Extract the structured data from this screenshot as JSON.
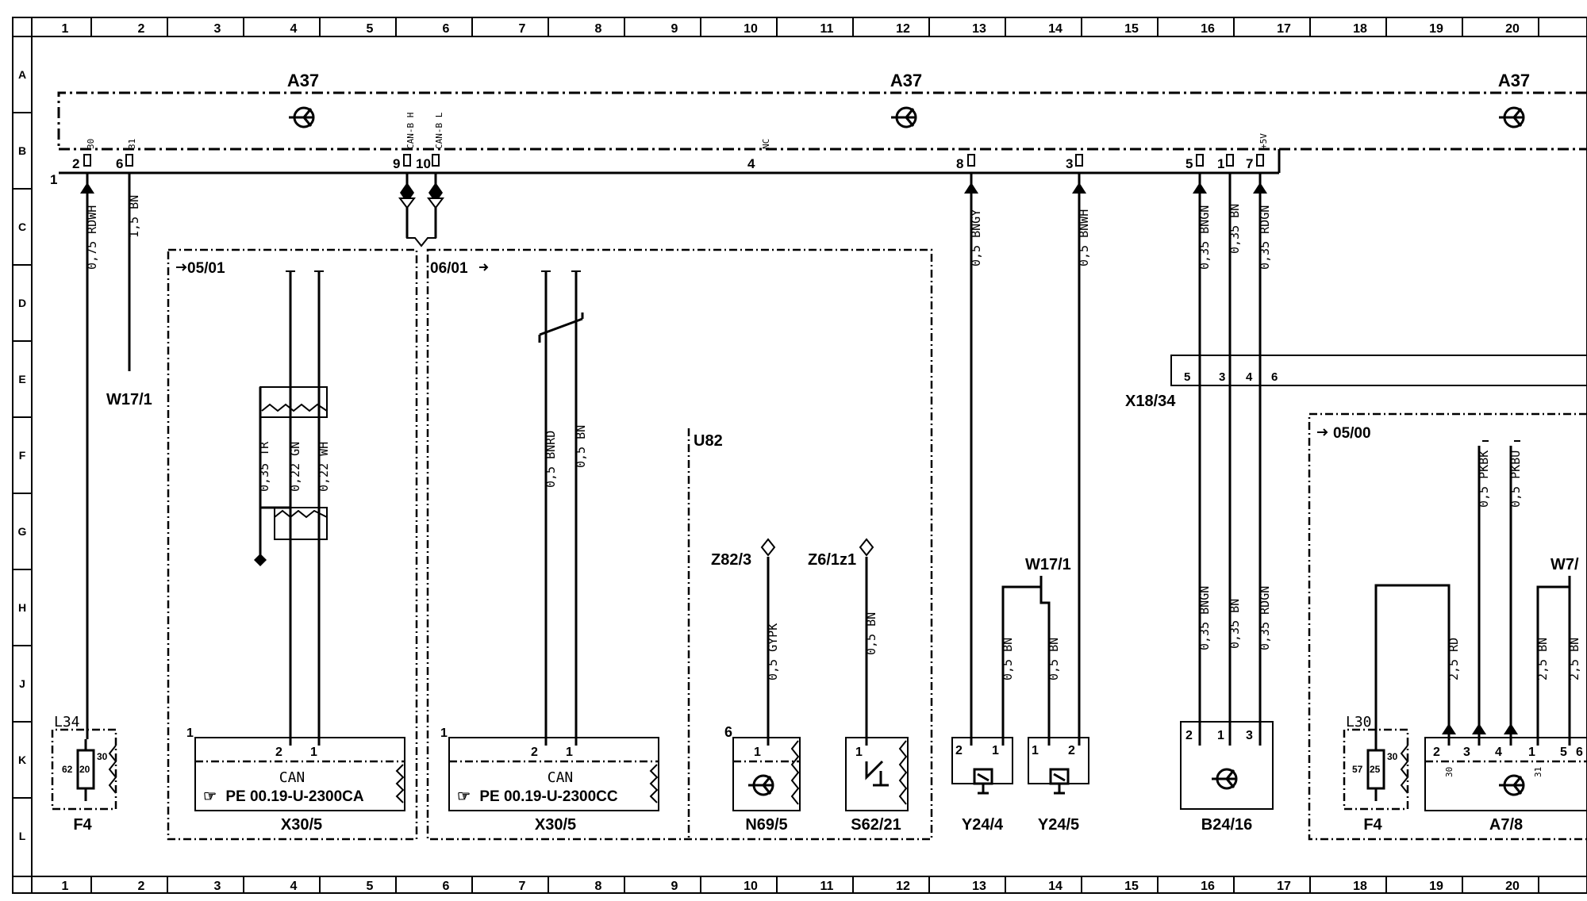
{
  "ruler": {
    "top": [
      "1",
      "2",
      "3",
      "4",
      "5",
      "6",
      "7",
      "8",
      "9",
      "10",
      "11",
      "12",
      "13",
      "14",
      "15",
      "16",
      "17",
      "18",
      "19",
      "20"
    ],
    "side": [
      "A",
      "B",
      "C",
      "D",
      "E",
      "F",
      "G",
      "H",
      "J",
      "K",
      "L"
    ]
  },
  "modules": {
    "a37_1": "A37",
    "a37_2": "A37",
    "a37_3": "A37",
    "bus_pin_label": "1",
    "pins": {
      "p2": "2",
      "p2_func": "30",
      "p6": "6",
      "p6_func": "31",
      "p9": "9",
      "p9_func": "CAN-B H",
      "p10": "10",
      "p10_func": "CAN-B L",
      "p4": "4",
      "p4_func": "NC",
      "p8": "8",
      "p3": "3",
      "p5": "5",
      "p1": "1",
      "p7": "7",
      "p7_func": "+5V"
    }
  },
  "wires": {
    "w_rdwh": "0,75 RDWH",
    "w_bn15": "1,5 BN",
    "w_bngy": "0,5 BNGY",
    "w_bnwh": "0,5 BNWH",
    "w_bngn_top": "0,35 BNGN",
    "w_bn_top": "0,35 BN",
    "w_rdgn_top": "0,35 RDGN",
    "w_tr": "0,35 TR",
    "w_gn": "0,22 GN",
    "w_wh": "0,22 WH",
    "w_bnrd": "0,5 BNRD",
    "w_bn05": "0,5 BN",
    "w_pkbk": "0,5 PKBK",
    "w_pkbu": "0,5 PKBU",
    "w_gypk": "0,5 GYPK",
    "w_bn_z6": "0,5 BN",
    "w_bn_y244": "0,5 BN",
    "w_bn_y245": "0,5 BN",
    "w_bngn_bot": "0,35 BNGN",
    "w_bn_bot": "0,35 BN",
    "w_rdgn_bot": "0,35 RDGN",
    "w_rd25": "2,5 RD",
    "w_bn25a": "2,5 BN",
    "w_bn25b": "2,5 BN"
  },
  "components": {
    "w17_1_left": "W17/1",
    "w17_1_mid": "W17/1",
    "w7": "W7/",
    "x18_34": "X18/34",
    "x18_pins": [
      "5",
      "3",
      "4",
      "6"
    ],
    "date_0501": "05/01",
    "date_0601": "06/01",
    "date_0500": "05/00",
    "u82": "U82",
    "z82_3": "Z82/3",
    "z6_1z1": "Z6/1z1",
    "l34": "L34",
    "l30": "L30",
    "f4_left": "F4",
    "f4_right": "F4",
    "f4_left_pins": [
      "62",
      "20",
      "30"
    ],
    "f4_right_pins": [
      "57",
      "25",
      "30"
    ],
    "x30_5_a": "X30/5",
    "x30_5_b": "X30/5",
    "can_a": "CAN",
    "can_b": "CAN",
    "pe_a": "PE  00.19-U-2300CA",
    "pe_b": "PE  00.19-U-2300CC",
    "x30_a_pins": [
      "1",
      "2",
      "1"
    ],
    "x30_b_pins": [
      "1",
      "2",
      "1"
    ],
    "n69_5": "N69/5",
    "n69_pins": [
      "6",
      "1"
    ],
    "s62_21": "S62/21",
    "s62_pins": [
      "1"
    ],
    "y24_4": "Y24/4",
    "y24_4_pins": [
      "2",
      "1"
    ],
    "y24_5": "Y24/5",
    "y24_5_pins": [
      "1",
      "2"
    ],
    "b24_16": "B24/16",
    "b24_pins": [
      "2",
      "1",
      "3"
    ],
    "a7_8": "A7/8",
    "a7_pins": [
      "2",
      "3",
      "4",
      "1",
      "5",
      "6"
    ],
    "a7_funcs": [
      "30",
      "31"
    ]
  }
}
